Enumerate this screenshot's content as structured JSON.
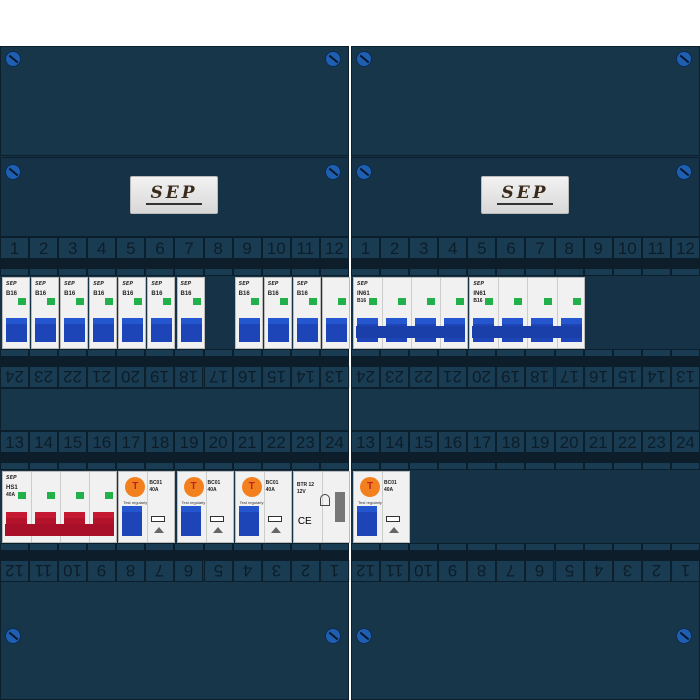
{
  "brand": "SEP",
  "left": {
    "top_numbers": [
      "1",
      "2",
      "3",
      "4",
      "5",
      "6",
      "7",
      "8",
      "9",
      "10",
      "11",
      "12"
    ],
    "mid_numbers_reversed": [
      "24",
      "23",
      "22",
      "21",
      "20",
      "19",
      "18",
      "17",
      "16",
      "15",
      "14",
      "13"
    ],
    "row2_numbers": [
      "13",
      "14",
      "15",
      "16",
      "17",
      "18",
      "19",
      "20",
      "21",
      "22",
      "23",
      "24"
    ],
    "bottom_numbers_reversed": [
      "12",
      "11",
      "10",
      "9",
      "8",
      "7",
      "6",
      "5",
      "4",
      "3",
      "2",
      "1"
    ],
    "row1_devices": [
      {
        "type": "mcb",
        "start": 0,
        "width": 1,
        "rating": "B16"
      },
      {
        "type": "mcb",
        "start": 1,
        "width": 1,
        "rating": "B16"
      },
      {
        "type": "mcb",
        "start": 2,
        "width": 1,
        "rating": "B16"
      },
      {
        "type": "mcb",
        "start": 3,
        "width": 1,
        "rating": "B16"
      },
      {
        "type": "mcb",
        "start": 4,
        "width": 1,
        "rating": "B16"
      },
      {
        "type": "mcb",
        "start": 5,
        "width": 1,
        "rating": "B16"
      },
      {
        "type": "mcb",
        "start": 6,
        "width": 1,
        "rating": "B16"
      },
      {
        "type": "mcb",
        "start": 8,
        "width": 1,
        "rating": "B16"
      },
      {
        "type": "mcb",
        "start": 9,
        "width": 1,
        "rating": "B16"
      },
      {
        "type": "mcb",
        "start": 10,
        "width": 1,
        "rating": "B16"
      },
      {
        "type": "aux",
        "start": 11,
        "width": 1,
        "rating": ""
      }
    ],
    "row2_devices": [
      {
        "type": "main",
        "start": 0,
        "width": 4,
        "rating": "HS1",
        "sub": "40A"
      },
      {
        "type": "rcbo",
        "start": 4,
        "width": 2,
        "rating": "BC01",
        "sub": "40A",
        "badge": "T",
        "note": "Test regularly"
      },
      {
        "type": "rcbo",
        "start": 6,
        "width": 2,
        "rating": "BC01",
        "sub": "40A",
        "badge": "T",
        "note": "Test regularly"
      },
      {
        "type": "rcbo",
        "start": 8,
        "width": 2,
        "rating": "BC01",
        "sub": "40A",
        "badge": "T",
        "note": "Test regularly"
      },
      {
        "type": "trafo",
        "start": 10,
        "width": 2,
        "rating": "BTR 12",
        "sub": "12V"
      }
    ]
  },
  "right": {
    "top_numbers": [
      "1",
      "2",
      "3",
      "4",
      "5",
      "6",
      "7",
      "8",
      "9",
      "10",
      "11",
      "12"
    ],
    "mid_numbers_reversed": [
      "24",
      "23",
      "22",
      "21",
      "20",
      "19",
      "18",
      "17",
      "16",
      "15",
      "14",
      "13"
    ],
    "row2_numbers": [
      "13",
      "14",
      "15",
      "16",
      "17",
      "18",
      "19",
      "20",
      "21",
      "22",
      "23",
      "24"
    ],
    "bottom_numbers_reversed": [
      "12",
      "11",
      "10",
      "9",
      "8",
      "7",
      "6",
      "5",
      "4",
      "3",
      "2",
      "1"
    ],
    "row1_devices": [
      {
        "type": "4p",
        "start": 0,
        "width": 4,
        "rating": "IN61",
        "sub": "B16"
      },
      {
        "type": "4p",
        "start": 4,
        "width": 4,
        "rating": "IN61",
        "sub": "B16"
      }
    ],
    "row2_devices": [
      {
        "type": "rcbo",
        "start": 0,
        "width": 2,
        "rating": "BC01",
        "sub": "40A",
        "badge": "T",
        "note": "Test regularly"
      }
    ]
  }
}
